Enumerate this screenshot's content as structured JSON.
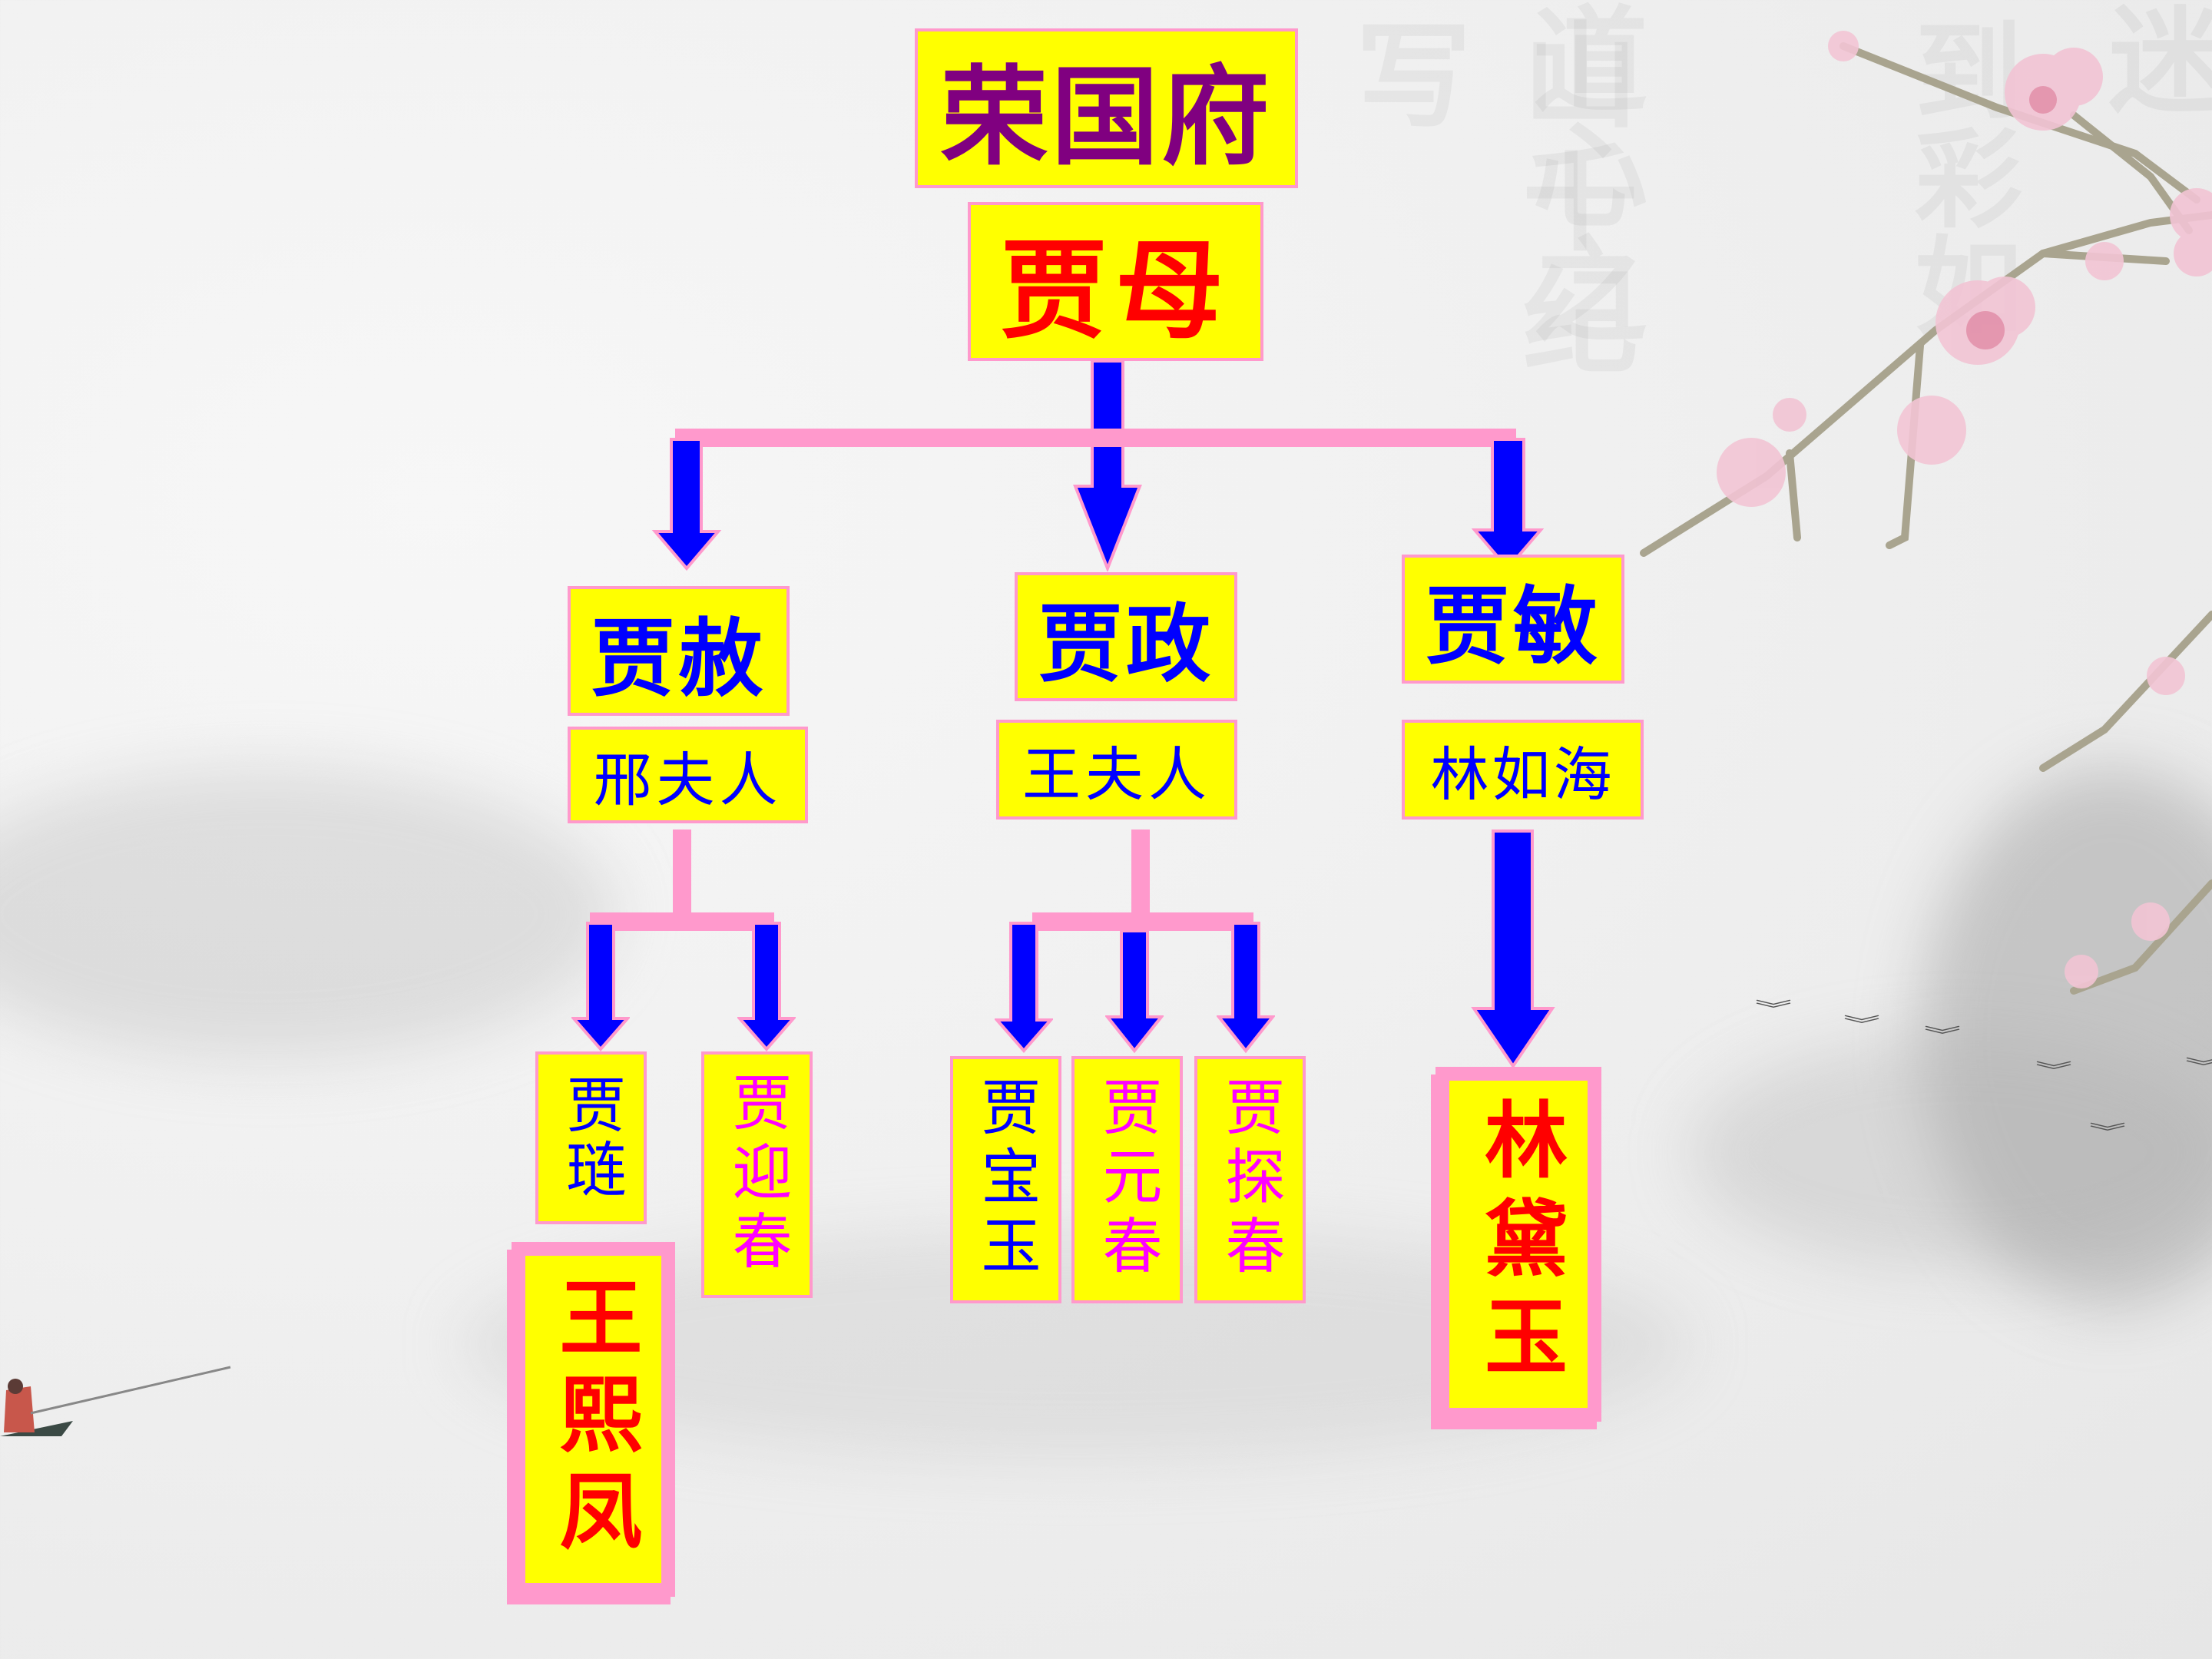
{
  "slide": {
    "title": "荣国府",
    "root": "贾母",
    "colors": {
      "box_fill": "#FFFF00",
      "box_border": "#FF99CC",
      "connector": "#FF99CC",
      "arrow": "#0000FF",
      "title_text": "#800080",
      "key_person_text": "#FF0000",
      "male_text": "#0000FF",
      "female_child_text": "#FF00FF"
    }
  },
  "generation2": [
    {
      "name": "贾赦",
      "spouse": "邢夫人"
    },
    {
      "name": "贾政",
      "spouse": "王夫人"
    },
    {
      "name": "贾敏",
      "spouse": "林如海"
    }
  ],
  "generation3": {
    "jiashe_children": [
      {
        "name": "贾琏"
      },
      {
        "name": "贾迎春"
      }
    ],
    "jiashe_inlaw": {
      "name": "王熙凤"
    },
    "jiazheng_children": [
      {
        "name": "贾宝玉"
      },
      {
        "name": "贾元春"
      },
      {
        "name": "贾探春"
      }
    ],
    "jiamin_children": [
      {
        "name": "林黛玉"
      }
    ]
  }
}
